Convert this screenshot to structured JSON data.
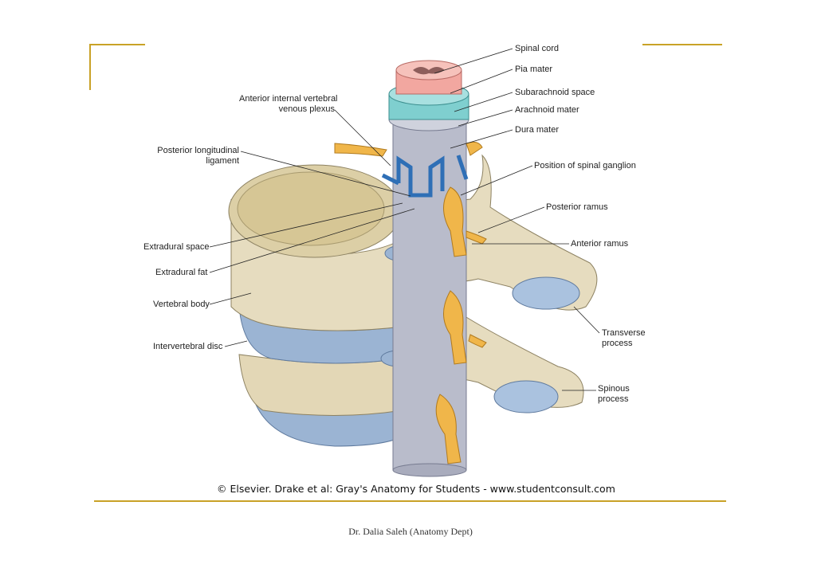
{
  "labels": {
    "spinal_cord": "Spinal cord",
    "pia_mater": "Pia mater",
    "subarachnoid_space": "Subarachnoid space",
    "arachnoid_mater": "Arachnoid mater",
    "dura_mater": "Dura mater",
    "spinal_ganglion": "Position of spinal ganglion",
    "posterior_ramus": "Posterior ramus",
    "anterior_ramus": "Anterior ramus",
    "transverse_process_1": "Transverse",
    "transverse_process_2": "process",
    "spinous_process_1": "Spinous",
    "spinous_process_2": "process",
    "anterior_plexus_1": "Anterior internal vertebral",
    "anterior_plexus_2": "venous plexus",
    "posterior_ligament_1": "Posterior longitudinal",
    "posterior_ligament_2": "ligament",
    "extradural_space": "Extradural space",
    "extradural_fat": "Extradural fat",
    "vertebral_body": "Vertebral body",
    "intervertebral_disc": "Intervertebral disc"
  },
  "credit": "© Elsevier. Drake et al: Gray's Anatomy for Students - www.studentconsult.com",
  "footer": "Dr. Dalia Saleh (Anatomy Dept)",
  "colors": {
    "frame_gold": "#c9a227",
    "bone": "#e6dcbf",
    "disc": "#9bb4d3",
    "dura": "#b9bccb",
    "nerve": "#f0b64a",
    "vein": "#2f6fb6",
    "cord": "#f2a7a0"
  }
}
